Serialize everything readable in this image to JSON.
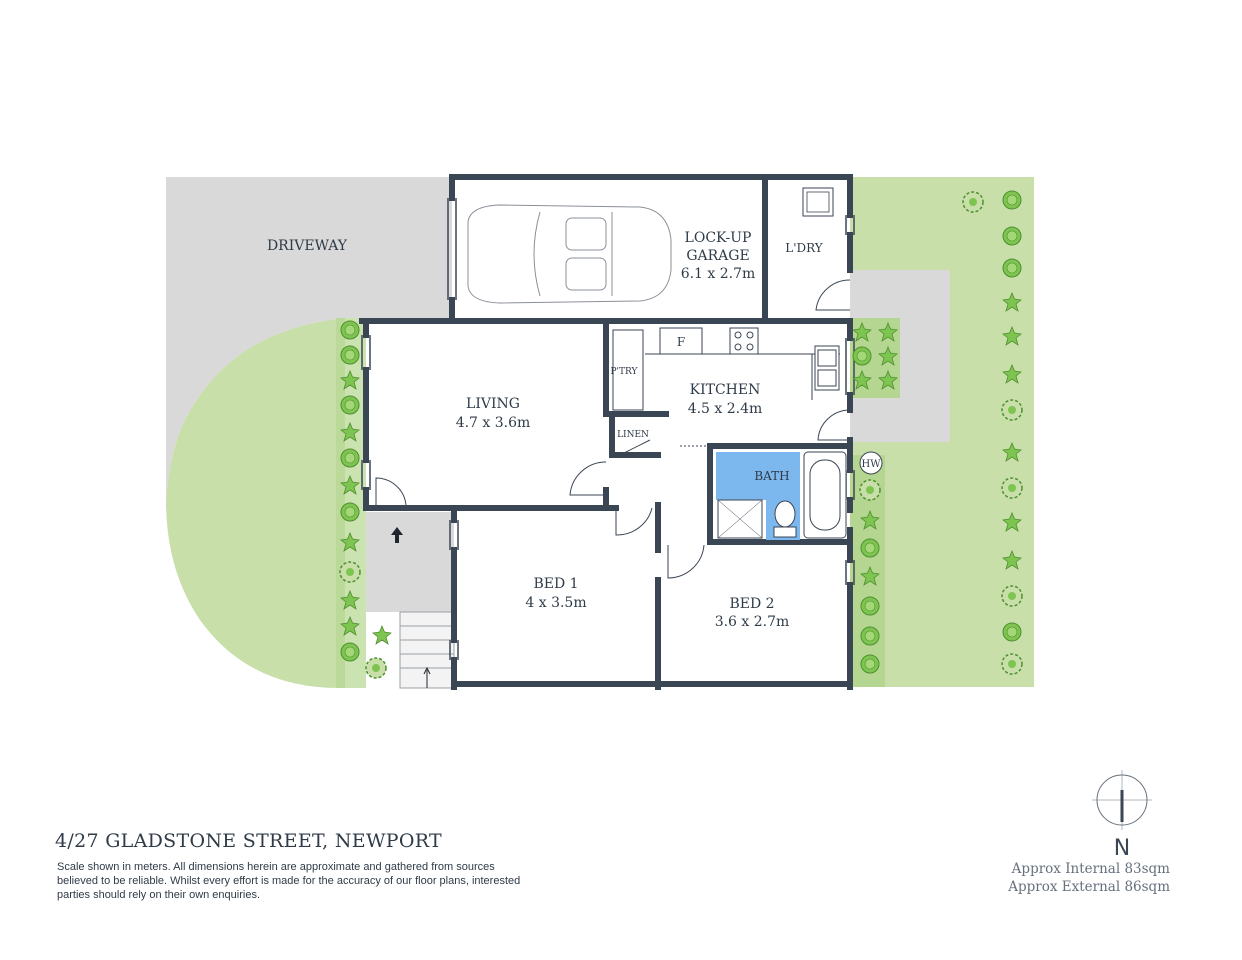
{
  "property": {
    "address": "4/27 GLADSTONE STREET, NEWPORT",
    "disclaimer": "Scale shown in meters. All dimensions herein are approximate and gathered from sources believed to be  reliable. Whilst every effort is made for the accuracy of our floor plans, interested parties should rely on their own enquiries.",
    "area_internal": "Approx Internal 83sqm",
    "area_external": "Approx External 86sqm"
  },
  "compass": {
    "label": "N"
  },
  "exterior": {
    "driveway": "DRIVEWAY"
  },
  "rooms": {
    "garage": {
      "name": "LOCK-UP",
      "name2": "GARAGE",
      "size": "6.1 x 2.7m"
    },
    "laundry": {
      "name": "L'DRY"
    },
    "living": {
      "name": "LIVING",
      "size": "4.7 x 3.6m"
    },
    "kitchen": {
      "name": "KITCHEN",
      "size": "4.5 x 2.4m"
    },
    "pantry": {
      "name": "P'TRY"
    },
    "linen": {
      "name": "LINEN"
    },
    "bath": {
      "name": "BATH"
    },
    "bed1": {
      "name": "BED 1",
      "size": "4 x 3.5m"
    },
    "bed2": {
      "name": "BED 2",
      "size": "3.6 x 2.7m"
    }
  },
  "fixtures": {
    "fridge": "F",
    "hot_water": "HW"
  },
  "colors": {
    "wall": "#3b4654",
    "lawn": "#c8dfaa",
    "paving": "#d9d9d9",
    "bath_tile": "#7cb7ee",
    "tree": "#6fb94a"
  }
}
